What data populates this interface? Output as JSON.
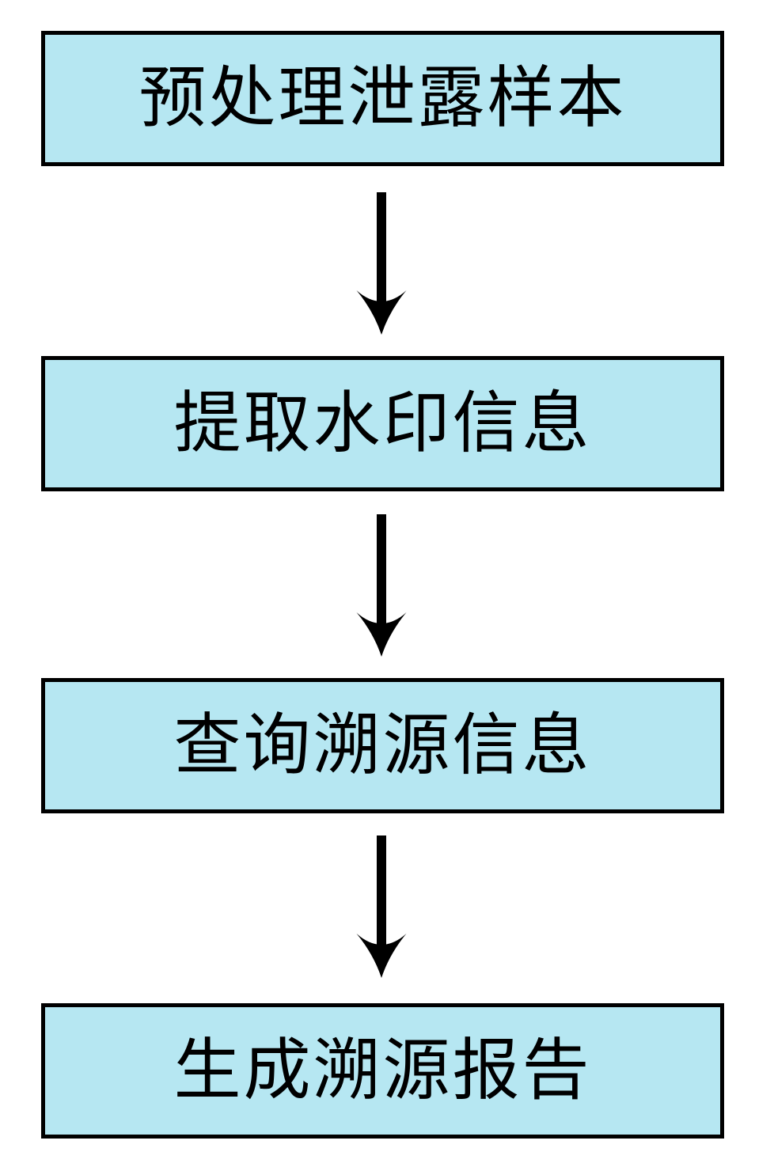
{
  "flowchart": {
    "type": "vertical-flow",
    "steps": [
      {
        "label": "预处理泄露样本"
      },
      {
        "label": "提取水印信息"
      },
      {
        "label": "查询溯源信息"
      },
      {
        "label": "生成溯源报告"
      }
    ],
    "connector": "down-arrow",
    "colors": {
      "background": "#ffffff",
      "box_fill": "#b6e7f2",
      "box_border": "#000000",
      "text": "#000000",
      "arrow": "#000000"
    }
  }
}
